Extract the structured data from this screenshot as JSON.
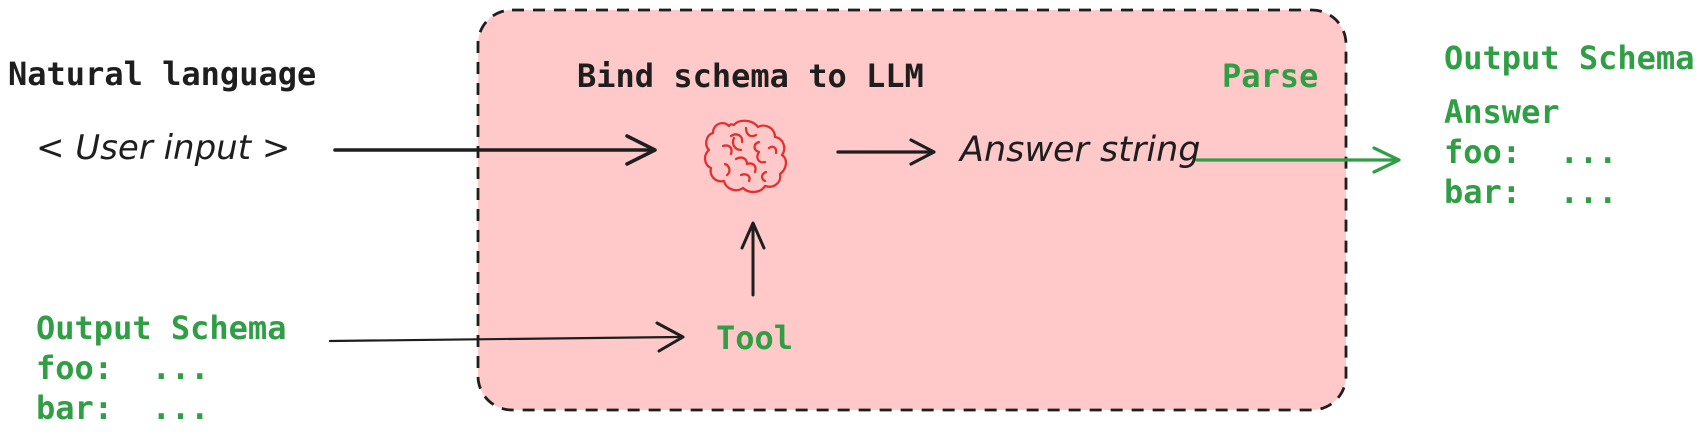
{
  "palette": {
    "ink": "#1e1e1e",
    "green": "#2f9e44",
    "red": "#e03131",
    "box_fill": "#ffc9c9",
    "background": "#ffffff"
  },
  "input_stage": {
    "label": "Natural language",
    "value": "< User input >"
  },
  "llm_box": {
    "title": "Bind schema to LLM",
    "parse_label": "Parse",
    "answer_string_label": "Answer string",
    "tool_label": "Tool"
  },
  "schema_input": {
    "title": "Output Schema",
    "fields": [
      "foo:  ...",
      "bar:  ..."
    ]
  },
  "output_stage": {
    "title": "Output Schema",
    "subtitle": "Answer",
    "fields": [
      "foo:  ...",
      "bar:  ..."
    ]
  },
  "icons": {
    "brain": "brain-icon"
  }
}
